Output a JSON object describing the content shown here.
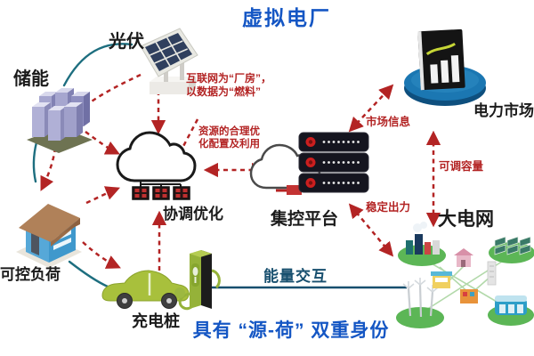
{
  "title": "虚拟电厂",
  "footer_title": "具有 “源-荷” 双重身份",
  "nodes": {
    "storage": {
      "label": "储能"
    },
    "solar": {
      "label": "光伏"
    },
    "load": {
      "label": "可控负荷"
    },
    "charger": {
      "label": "充电桩"
    },
    "coordination": {
      "label": "协调优化"
    },
    "control_platform": {
      "label": "集控平台"
    },
    "power_market": {
      "label": "电力市场"
    },
    "main_grid": {
      "label": "大电网"
    }
  },
  "annotations": {
    "internet_line1": "互联网为“厂房”，",
    "internet_line2": "以数据为“燃料”",
    "resource_line1": "资源的合理优",
    "resource_line2": "化配置及利用",
    "market_info": "市场信息",
    "adjustable_capacity": "可调容量",
    "stable_output": "稳定出力",
    "energy_interaction": "能量交互"
  },
  "colors": {
    "title-blue": "#1456c4",
    "annotation-red": "#b32424",
    "label-dark": "#1b1b1b",
    "teal-line": "#1d6e7f",
    "navy-line": "#174f6e",
    "grid-green": "#5cb656",
    "market-blue": "#1b77b2",
    "car-green": "#a8c03c"
  }
}
